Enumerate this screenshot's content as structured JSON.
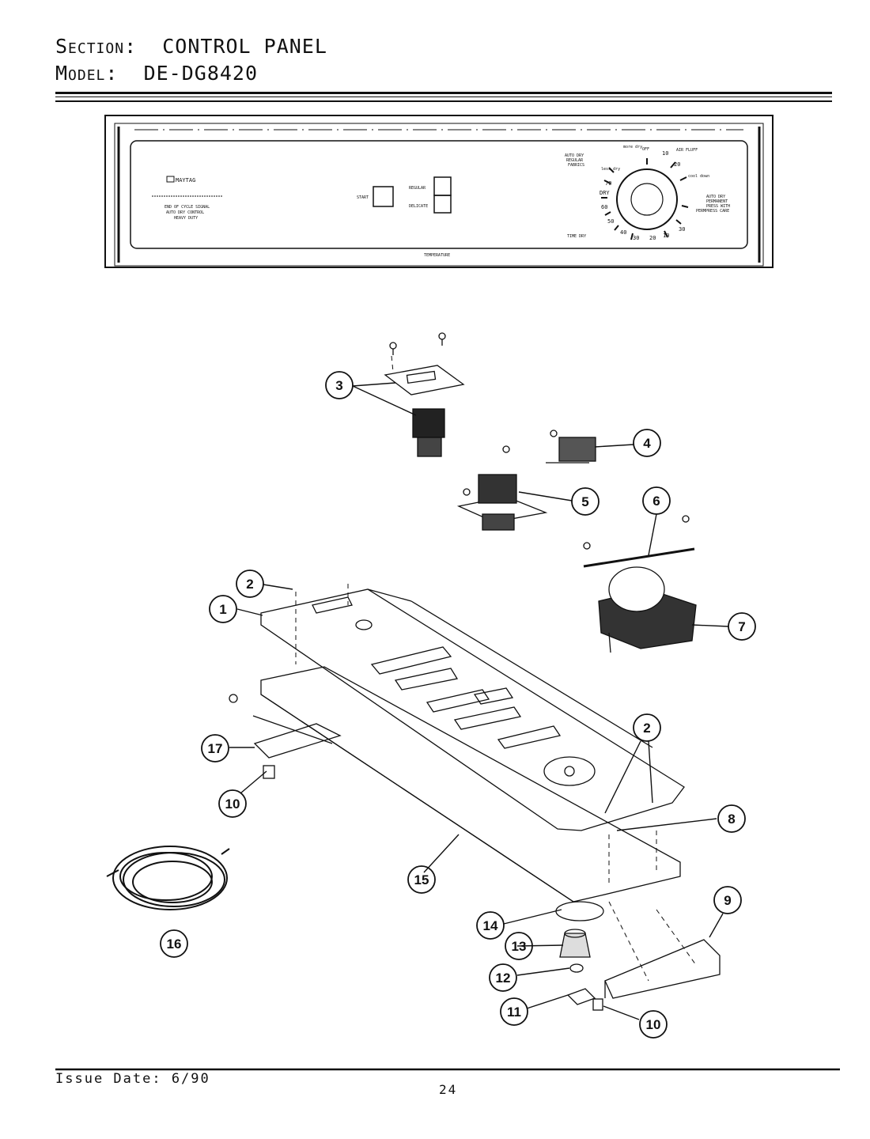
{
  "header": {
    "section_label": "Section:",
    "section_value": "CONTROL PANEL",
    "model_label": "Model:",
    "model_value": "DE-DG8420"
  },
  "panel": {
    "brand": "MAYTAG",
    "options": [
      "END OF CYCLE SIGNAL",
      "AUTO DRY CONTROL",
      "HEAVY DUTY"
    ],
    "start_label": "START",
    "regular_label": "REGULAR",
    "delicate_label": "DELICATE",
    "temperature_label": "TEMPERATURE",
    "dial": {
      "top_labels": [
        "AUTO DRY",
        "REGULAR",
        "FABRICS"
      ],
      "air_fluff": "AIR FLUFF",
      "less_dry": "less dry",
      "more_dry": "more dry",
      "off": "OFF",
      "cool_down": "cool down",
      "dry": "DRY",
      "perm_labels": [
        "AUTO DRY",
        "PERMANENT",
        "PRESS WITH",
        "PERMPRESS CARE"
      ],
      "time_dry": "TIME DRY",
      "numbers": [
        "10",
        "20",
        "30",
        "40",
        "50",
        "60",
        "70",
        "10",
        "20",
        "30"
      ]
    }
  },
  "callouts": [
    "1",
    "2",
    "2",
    "3",
    "4",
    "5",
    "6",
    "7",
    "8",
    "9",
    "10",
    "10",
    "11",
    "12",
    "13",
    "14",
    "15",
    "16",
    "17"
  ],
  "footer": {
    "issue": "Issue Date: 6/90",
    "page": "24"
  }
}
